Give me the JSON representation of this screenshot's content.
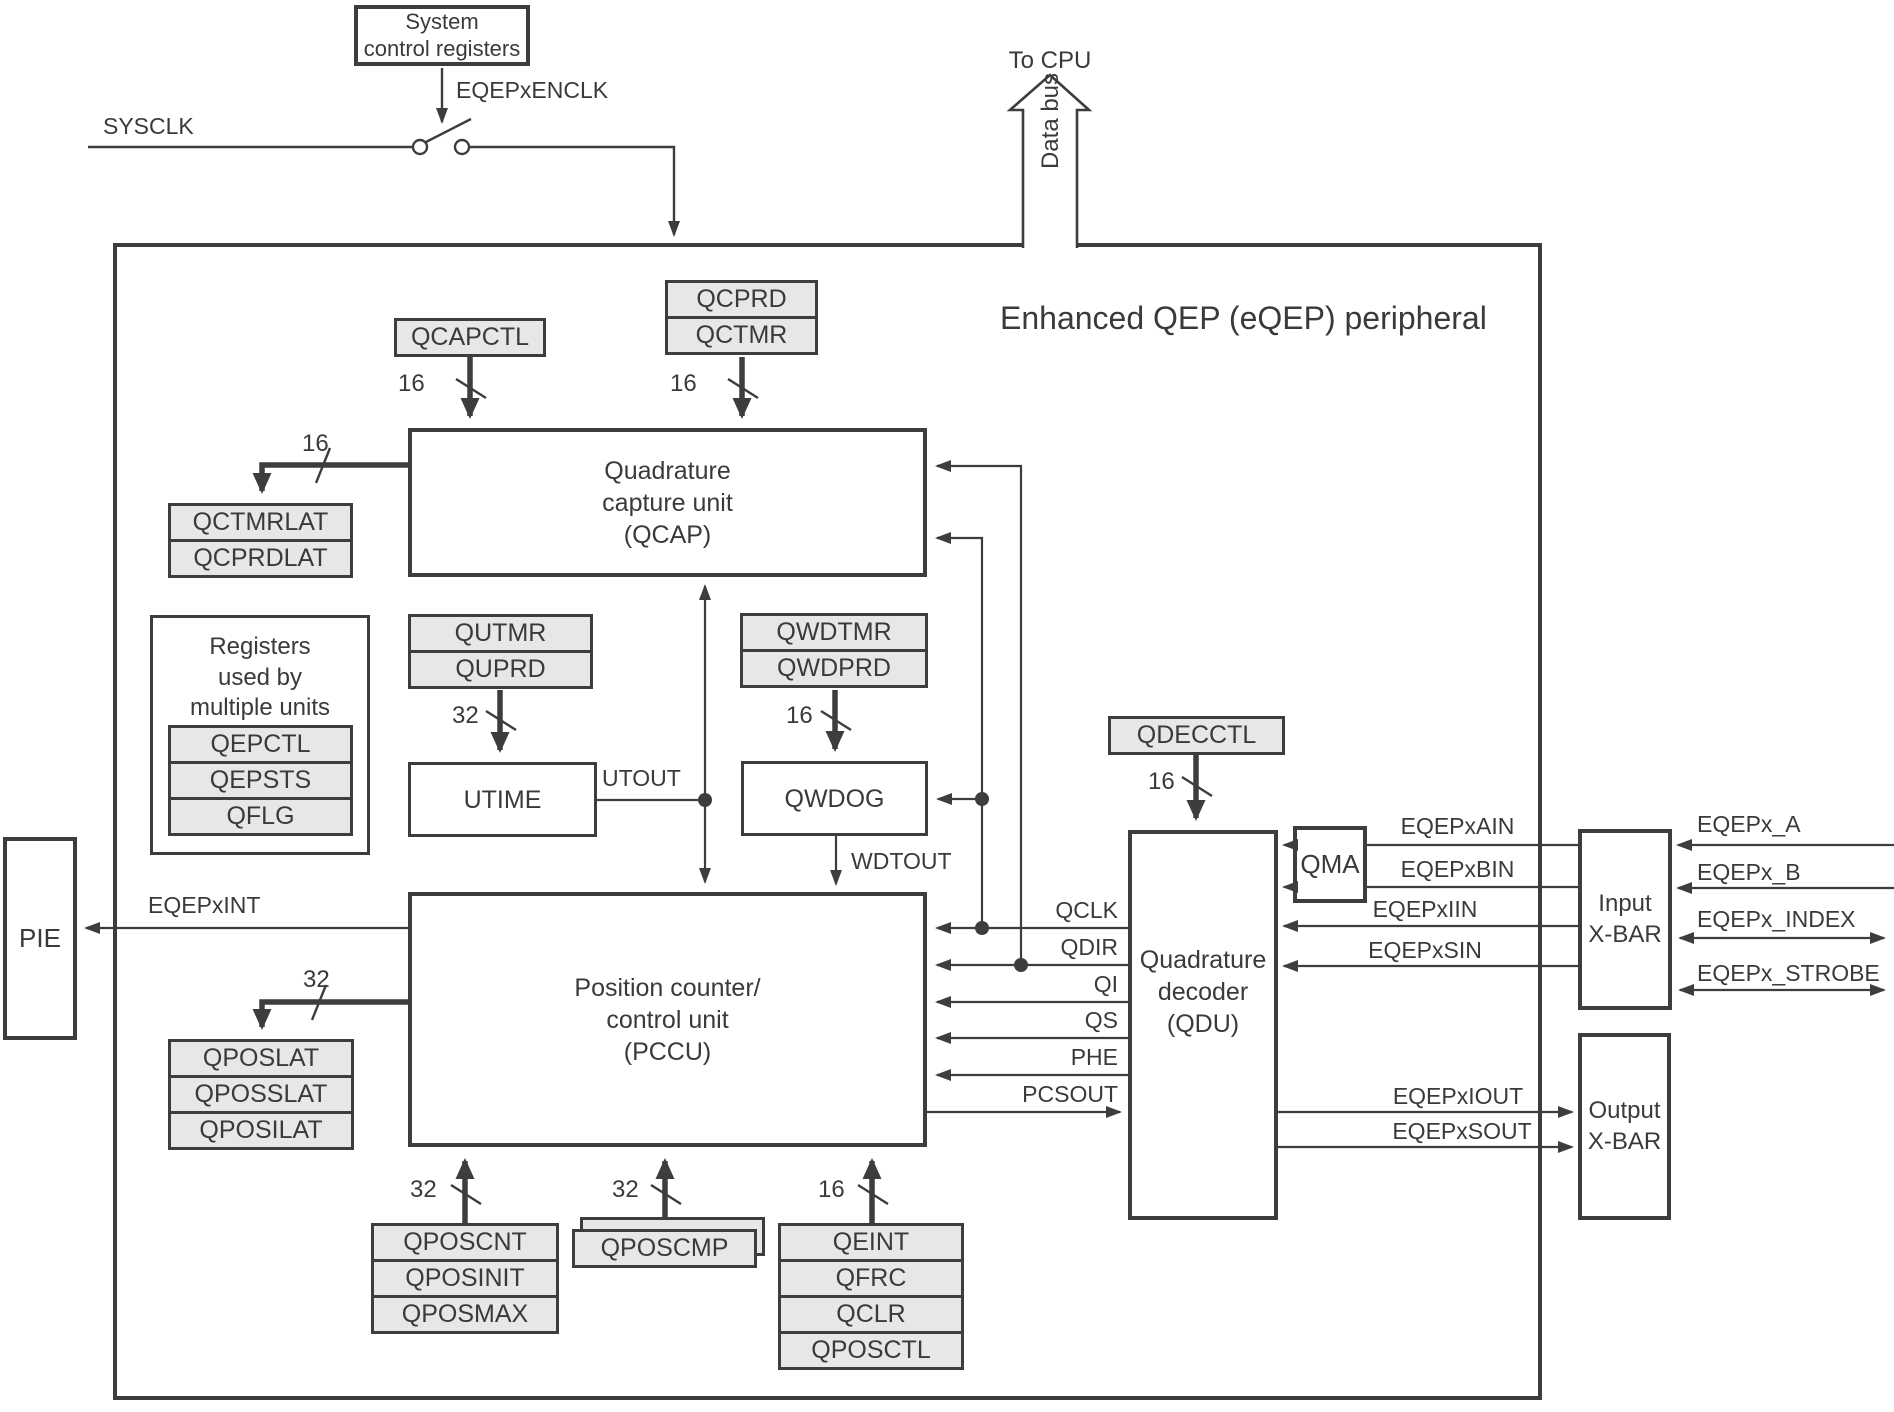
{
  "title": "Enhanced QEP (eQEP) peripheral",
  "colors": {
    "line": "#3d3d3d",
    "register_fill": "#e7e7e7",
    "box_fill": "#ffffff",
    "text": "#3a3a3a"
  },
  "top": {
    "system_control_registers": [
      "System",
      "control registers"
    ],
    "enclk_label": "EQEPxENCLK",
    "sysclk_label": "SYSCLK",
    "to_cpu_label": "To CPU",
    "data_bus_label": "Data bus"
  },
  "units": {
    "qcap": [
      "Quadrature",
      "capture unit",
      "(QCAP)"
    ],
    "pccu": [
      "Position counter/",
      "control unit",
      "(PCCU)"
    ],
    "qdu": [
      "Quadrature",
      "decoder",
      "(QDU)"
    ],
    "input_xbar": [
      "Input",
      "X-BAR"
    ],
    "output_xbar": [
      "Output",
      "X-BAR"
    ],
    "multi": [
      "Registers",
      "used by",
      "multiple units"
    ],
    "utime": "UTIME",
    "qwdog": "QWDOG",
    "qma": "QMA",
    "pie": "PIE"
  },
  "registers": {
    "qcapctl": "QCAPCTL",
    "qcprd": "QCPRD",
    "qctmr": "QCTMR",
    "qctmrlat": "QCTMRLAT",
    "qcprdlat": "QCPRDLAT",
    "qepctl": "QEPCTL",
    "qepsts": "QEPSTS",
    "qflg": "QFLG",
    "qutmr": "QUTMR",
    "quprd": "QUPRD",
    "qwdtmr": "QWDTMR",
    "qwdprd": "QWDPRD",
    "qdecctl": "QDECCTL",
    "qposlat": "QPOSLAT",
    "qposslat": "QPOSSLAT",
    "qposilat": "QPOSILAT",
    "qposcnt": "QPOSCNT",
    "qposinit": "QPOSINIT",
    "qposmax": "QPOSMAX",
    "qposcmp": "QPOSCMP",
    "qeint": "QEINT",
    "qfrc": "QFRC",
    "qclr": "QCLR",
    "qposctl": "QPOSCTL"
  },
  "bus": {
    "qcapctl": "16",
    "qctmr": "16",
    "qcap_lat": "16",
    "quprd": "32",
    "qwdprd": "16",
    "qdecctl": "16",
    "qposlat": "32",
    "qposcnt": "32",
    "qposcmp": "32",
    "qeint": "16"
  },
  "signals": {
    "utout": "UTOUT",
    "wdtout": "WDTOUT",
    "eqepxint": "EQEPxINT",
    "qclk": "QCLK",
    "qdir": "QDIR",
    "qi": "QI",
    "qs": "QS",
    "phe": "PHE",
    "pcsout": "PCSOUT"
  },
  "io": {
    "eqepxain": "EQEPxAIN",
    "eqepxbin": "EQEPxBIN",
    "eqepxiin": "EQEPxIIN",
    "eqepxsin": "EQEPxSIN",
    "eqepxiout": "EQEPxIOUT",
    "eqepxsout": "EQEPxSOUT",
    "eqepx_a": "EQEPx_A",
    "eqepx_b": "EQEPx_B",
    "eqepx_index": "EQEPx_INDEX",
    "eqepx_strobe": "EQEPx_STROBE"
  }
}
